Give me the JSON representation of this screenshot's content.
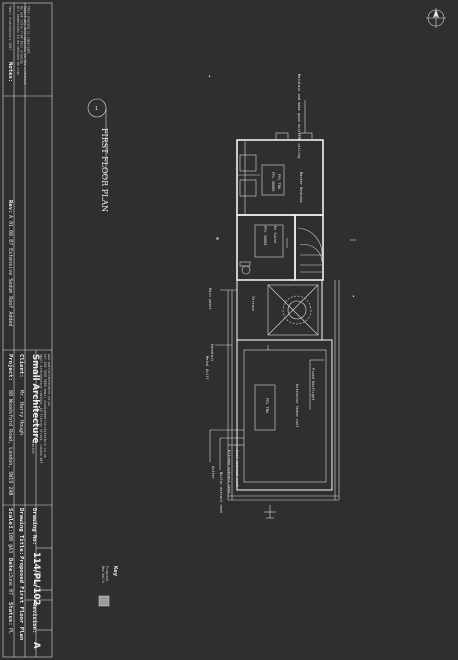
{
  "title_block": {
    "notes_label": "Notes:",
    "copyright": "Small Architecture 2007",
    "disclaimer_lines": [
      "All dimensions to be checked on site",
      "Do not scale from this drawing",
      "Report any discrepancies to the architect",
      "This drawing is copyright"
    ],
    "revision_note_label": "Rev:",
    "revision_note": "A 01.08.07 Extensive Sedum Roof Added",
    "project_label": "Project:",
    "project_value": "88 Woodsford Road, London, SW19 2AB",
    "client_label": "Client:",
    "client_value": "Mr. Harry Hough",
    "brand_name": "Small Architecture",
    "brand_suffix": "Limited",
    "address_lines": [
      "Small Architecture Limited, 10 Fitzroy Street, London W1T",
      "tel 020 7000 0000   email studio@smallarchitecture.co.uk",
      "www.smallarchitecture.co.uk"
    ],
    "scale_label": "Scale:",
    "scale_value": "1:100 @A3",
    "date_label": "Date:",
    "date_value": "June 07",
    "status_label": "Status:",
    "status_value": "PL",
    "drawing_title_label": "Drawing Title:",
    "drawing_title_value": "Proposed First Floor Plan",
    "drawing_no_label": "Drawing No:",
    "drawing_no_value": "114/PL/102",
    "revision_label": "Revision:",
    "revision_value": "A"
  },
  "plan": {
    "title": "FIRST FLOOR PLAN",
    "section_marker": "1",
    "labels": {
      "master_bedroom": "Master Bedroom",
      "ffl_top": "FFL TBA",
      "ffl_top2": "FFL 30685",
      "bathroom": "En Suite",
      "ffl_bath": "FFL 30685",
      "terrace": "Terrace",
      "rainwater": "Rain water",
      "rooflight": "Fixed Rooflight",
      "sedum": "Extensive Sedum roof",
      "ffl_roof": "FFL TBA",
      "handrail": "Handrail",
      "metal_grill": "Metal Grill",
      "gutter": "Gutter",
      "soil_vent": "Soil extract vent",
      "boiler_vent": "Boiler extract vent",
      "kitchen_vent": "Kitchen extract vent",
      "note_top": "Maintain and make good existing ceiling"
    }
  },
  "key": {
    "label": "Key",
    "items": [
      "Proposed",
      "New Walls"
    ],
    "swatch_color": "#9a9a9a"
  },
  "colors": {
    "background": "#2f2f2f",
    "line": "#e6e6e6"
  }
}
